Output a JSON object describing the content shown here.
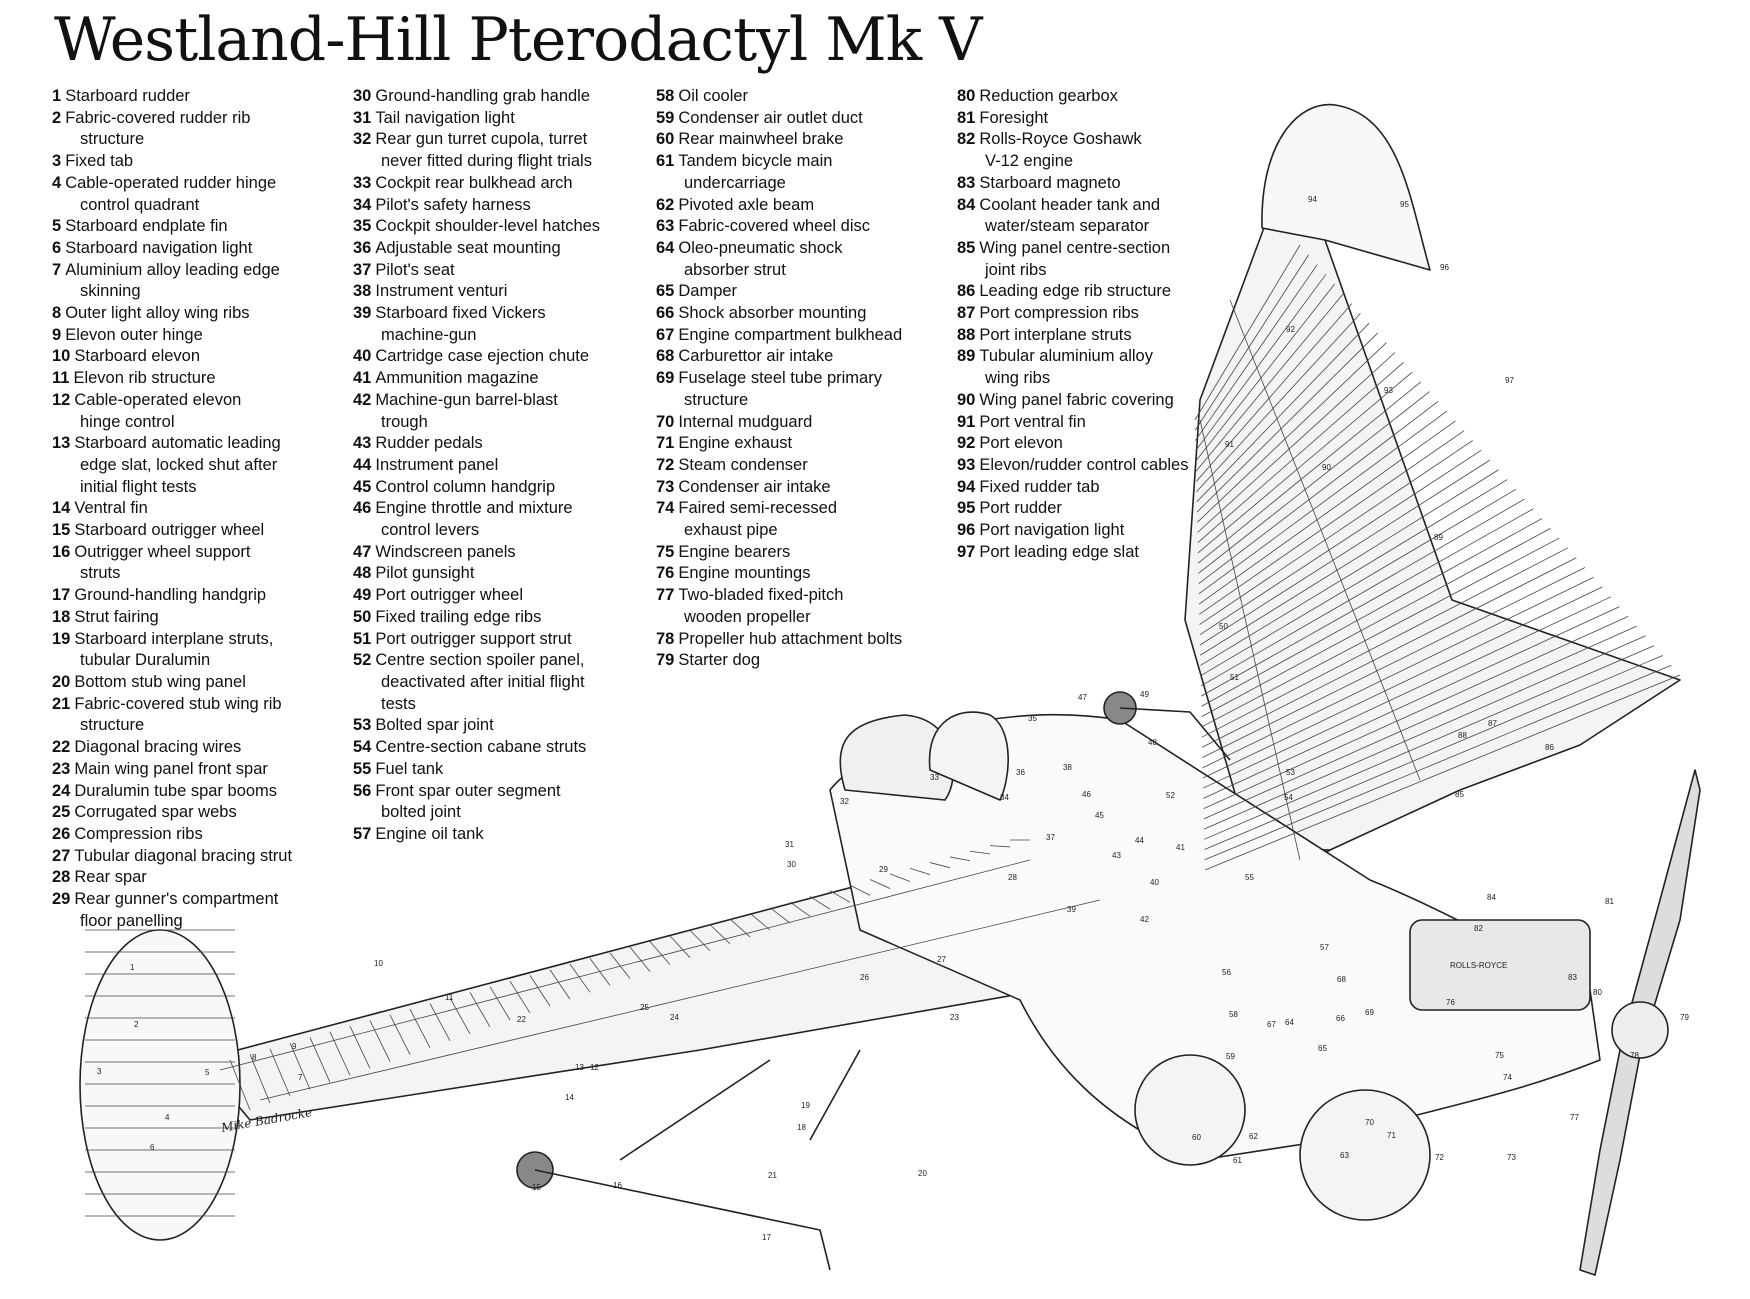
{
  "title": "Westland-Hill Pterodactyl Mk V",
  "signature": "Mike Badrocke",
  "legend": [
    {
      "n": "1",
      "t": [
        "Starboard rudder"
      ]
    },
    {
      "n": "2",
      "t": [
        "Fabric-covered rudder rib",
        "structure"
      ]
    },
    {
      "n": "3",
      "t": [
        "Fixed tab"
      ]
    },
    {
      "n": "4",
      "t": [
        "Cable-operated rudder hinge",
        "control quadrant"
      ]
    },
    {
      "n": "5",
      "t": [
        "Starboard endplate fin"
      ]
    },
    {
      "n": "6",
      "t": [
        "Starboard navigation light"
      ]
    },
    {
      "n": "7",
      "t": [
        "Aluminium alloy leading edge",
        "skinning"
      ]
    },
    {
      "n": "8",
      "t": [
        "Outer light alloy wing ribs"
      ]
    },
    {
      "n": "9",
      "t": [
        "Elevon outer hinge"
      ]
    },
    {
      "n": "10",
      "t": [
        "Starboard elevon"
      ]
    },
    {
      "n": "11",
      "t": [
        "Elevon rib structure"
      ]
    },
    {
      "n": "12",
      "t": [
        "Cable-operated elevon",
        "hinge control"
      ]
    },
    {
      "n": "13",
      "t": [
        "Starboard automatic leading",
        "edge slat, locked shut after",
        "initial flight tests"
      ]
    },
    {
      "n": "14",
      "t": [
        "Ventral fin"
      ]
    },
    {
      "n": "15",
      "t": [
        "Starboard outrigger wheel"
      ]
    },
    {
      "n": "16",
      "t": [
        "Outrigger wheel support",
        "struts"
      ]
    },
    {
      "n": "17",
      "t": [
        "Ground-handling handgrip"
      ]
    },
    {
      "n": "18",
      "t": [
        "Strut fairing"
      ]
    },
    {
      "n": "19",
      "t": [
        "Starboard interplane struts,",
        "tubular Duralumin"
      ]
    },
    {
      "n": "20",
      "t": [
        "Bottom stub wing panel"
      ]
    },
    {
      "n": "21",
      "t": [
        "Fabric-covered stub wing rib",
        "structure"
      ]
    },
    {
      "n": "22",
      "t": [
        "Diagonal bracing wires"
      ]
    },
    {
      "n": "23",
      "t": [
        "Main wing panel front spar"
      ]
    },
    {
      "n": "24",
      "t": [
        "Duralumin tube spar booms"
      ]
    },
    {
      "n": "25",
      "t": [
        "Corrugated spar webs"
      ]
    },
    {
      "n": "26",
      "t": [
        "Compression ribs"
      ]
    },
    {
      "n": "27",
      "t": [
        "Tubular diagonal bracing strut"
      ]
    },
    {
      "n": "28",
      "t": [
        "Rear spar"
      ]
    },
    {
      "n": "29",
      "t": [
        "Rear gunner's compartment",
        "floor panelling"
      ]
    },
    {
      "n": "30",
      "t": [
        "Ground-handling grab handle"
      ]
    },
    {
      "n": "31",
      "t": [
        "Tail navigation light"
      ]
    },
    {
      "n": "32",
      "t": [
        "Rear gun turret cupola, turret",
        "never fitted during flight trials"
      ]
    },
    {
      "n": "33",
      "t": [
        "Cockpit rear bulkhead arch"
      ]
    },
    {
      "n": "34",
      "t": [
        "Pilot's safety harness"
      ]
    },
    {
      "n": "35",
      "t": [
        "Cockpit shoulder-level hatches"
      ]
    },
    {
      "n": "36",
      "t": [
        "Adjustable seat mounting"
      ]
    },
    {
      "n": "37",
      "t": [
        "Pilot's seat"
      ]
    },
    {
      "n": "38",
      "t": [
        "Instrument venturi"
      ]
    },
    {
      "n": "39",
      "t": [
        "Starboard fixed Vickers",
        "machine-gun"
      ]
    },
    {
      "n": "40",
      "t": [
        "Cartridge case ejection chute"
      ]
    },
    {
      "n": "41",
      "t": [
        "Ammunition magazine"
      ]
    },
    {
      "n": "42",
      "t": [
        "Machine-gun barrel-blast",
        "trough"
      ]
    },
    {
      "n": "43",
      "t": [
        "Rudder pedals"
      ]
    },
    {
      "n": "44",
      "t": [
        "Instrument panel"
      ]
    },
    {
      "n": "45",
      "t": [
        "Control column handgrip"
      ]
    },
    {
      "n": "46",
      "t": [
        "Engine throttle and mixture",
        "control levers"
      ]
    },
    {
      "n": "47",
      "t": [
        "Windscreen panels"
      ]
    },
    {
      "n": "48",
      "t": [
        "Pilot gunsight"
      ]
    },
    {
      "n": "49",
      "t": [
        "Port outrigger wheel"
      ]
    },
    {
      "n": "50",
      "t": [
        "Fixed trailing edge ribs"
      ]
    },
    {
      "n": "51",
      "t": [
        "Port outrigger support strut"
      ]
    },
    {
      "n": "52",
      "t": [
        "Centre section spoiler panel,",
        "deactivated after initial flight",
        "tests"
      ]
    },
    {
      "n": "53",
      "t": [
        "Bolted spar joint"
      ]
    },
    {
      "n": "54",
      "t": [
        "Centre-section cabane struts"
      ]
    },
    {
      "n": "55",
      "t": [
        "Fuel tank"
      ]
    },
    {
      "n": "56",
      "t": [
        "Front spar outer segment",
        "bolted joint"
      ]
    },
    {
      "n": "57",
      "t": [
        "Engine oil tank"
      ]
    },
    {
      "n": "58",
      "t": [
        "Oil cooler"
      ]
    },
    {
      "n": "59",
      "t": [
        "Condenser air outlet duct"
      ]
    },
    {
      "n": "60",
      "t": [
        "Rear mainwheel brake"
      ]
    },
    {
      "n": "61",
      "t": [
        "Tandem bicycle main",
        "undercarriage"
      ]
    },
    {
      "n": "62",
      "t": [
        "Pivoted axle beam"
      ]
    },
    {
      "n": "63",
      "t": [
        "Fabric-covered wheel disc"
      ]
    },
    {
      "n": "64",
      "t": [
        "Oleo-pneumatic shock",
        "absorber strut"
      ]
    },
    {
      "n": "65",
      "t": [
        "Damper"
      ]
    },
    {
      "n": "66",
      "t": [
        "Shock absorber mounting"
      ]
    },
    {
      "n": "67",
      "t": [
        "Engine compartment bulkhead"
      ]
    },
    {
      "n": "68",
      "t": [
        "Carburettor air intake"
      ]
    },
    {
      "n": "69",
      "t": [
        "Fuselage steel tube primary",
        "structure"
      ]
    },
    {
      "n": "70",
      "t": [
        "Internal mudguard"
      ]
    },
    {
      "n": "71",
      "t": [
        "Engine exhaust"
      ]
    },
    {
      "n": "72",
      "t": [
        "Steam condenser"
      ]
    },
    {
      "n": "73",
      "t": [
        "Condenser air intake"
      ]
    },
    {
      "n": "74",
      "t": [
        "Faired semi-recessed",
        "exhaust pipe"
      ]
    },
    {
      "n": "75",
      "t": [
        "Engine bearers"
      ]
    },
    {
      "n": "76",
      "t": [
        "Engine mountings"
      ]
    },
    {
      "n": "77",
      "t": [
        "Two-bladed fixed-pitch",
        "wooden propeller"
      ]
    },
    {
      "n": "78",
      "t": [
        "Propeller hub attachment bolts"
      ]
    },
    {
      "n": "79",
      "t": [
        "Starter dog"
      ]
    },
    {
      "n": "80",
      "t": [
        "Reduction gearbox"
      ]
    },
    {
      "n": "81",
      "t": [
        "Foresight"
      ]
    },
    {
      "n": "82",
      "t": [
        "Rolls-Royce Goshawk",
        "V-12 engine"
      ]
    },
    {
      "n": "83",
      "t": [
        "Starboard magneto"
      ]
    },
    {
      "n": "84",
      "t": [
        "Coolant header tank and",
        "water/steam separator"
      ]
    },
    {
      "n": "85",
      "t": [
        "Wing panel centre-section",
        "joint ribs"
      ]
    },
    {
      "n": "86",
      "t": [
        "Leading edge rib structure"
      ]
    },
    {
      "n": "87",
      "t": [
        "Port compression ribs"
      ]
    },
    {
      "n": "88",
      "t": [
        "Port interplane struts"
      ]
    },
    {
      "n": "89",
      "t": [
        "Tubular aluminium alloy",
        "wing ribs"
      ]
    },
    {
      "n": "90",
      "t": [
        "Wing panel fabric covering"
      ]
    },
    {
      "n": "91",
      "t": [
        "Port ventral fin"
      ]
    },
    {
      "n": "92",
      "t": [
        "Port elevon"
      ]
    },
    {
      "n": "93",
      "t": [
        "Elevon/rudder control cables"
      ]
    },
    {
      "n": "94",
      "t": [
        "Fixed rudder tab"
      ]
    },
    {
      "n": "95",
      "t": [
        "Port rudder"
      ]
    },
    {
      "n": "96",
      "t": [
        "Port navigation light"
      ]
    },
    {
      "n": "97",
      "t": [
        "Port leading edge slat"
      ]
    }
  ],
  "callouts": [
    "1",
    "2",
    "3",
    "4",
    "5",
    "6",
    "7",
    "8",
    "9",
    "10",
    "11",
    "12",
    "13",
    "14",
    "15",
    "16",
    "17",
    "18",
    "19",
    "20",
    "21",
    "22",
    "23",
    "24",
    "25",
    "26",
    "27",
    "28",
    "29",
    "30",
    "31",
    "32",
    "33",
    "34",
    "35",
    "36",
    "37",
    "38",
    "39",
    "40",
    "41",
    "42",
    "43",
    "44",
    "45",
    "46",
    "47",
    "48",
    "49",
    "50",
    "51",
    "52",
    "53",
    "54",
    "55",
    "56",
    "57",
    "58",
    "59",
    "60",
    "61",
    "62",
    "63",
    "64",
    "65",
    "66",
    "67",
    "68",
    "69",
    "70",
    "71",
    "72",
    "73",
    "74",
    "75",
    "76",
    "77",
    "78",
    "79",
    "80",
    "81",
    "82",
    "83",
    "84",
    "85",
    "86",
    "87",
    "88",
    "89",
    "90",
    "91",
    "92",
    "93",
    "94",
    "95",
    "96",
    "97"
  ],
  "engine_marking": "ROLLS-ROYCE"
}
